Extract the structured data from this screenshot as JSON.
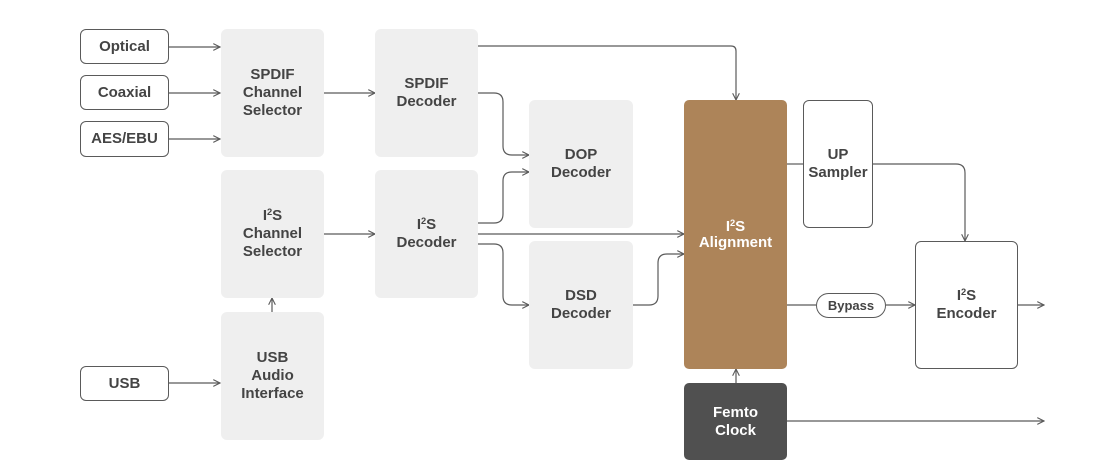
{
  "colors": {
    "wire": "#5a5a5a",
    "block_fill": "#efefef",
    "text": "#444444",
    "accent": "#ad8459",
    "clock": "#505050"
  },
  "inputs": {
    "optical": "Optical",
    "coaxial": "Coaxial",
    "aes_ebu": "AES/EBU",
    "usb": "USB"
  },
  "blocks": {
    "spdif_selector": "SPDIF\nChannel\nSelector",
    "spdif_decoder": "SPDIF\nDecoder",
    "i2s_selector_prefix": "I",
    "i2s_selector_sup": "2",
    "i2s_selector_rest": "S\nChannel\nSelector",
    "i2s_decoder_prefix": "I",
    "i2s_decoder_sup": "2",
    "i2s_decoder_rest": "S\nDecoder",
    "usb_interface": "USB\nAudio\nInterface",
    "dop_decoder": "DOP\nDecoder",
    "dsd_decoder": "DSD\nDecoder",
    "alignment_prefix": "I",
    "alignment_sup": "2",
    "alignment_rest": "S\nAlignment",
    "up_sampler": "UP\nSampler",
    "bypass": "Bypass",
    "encoder_prefix": "I",
    "encoder_sup": "2",
    "encoder_rest": "S\nEncoder",
    "femto_clock": "Femto\nClock"
  },
  "connections": [
    {
      "from": "Optical",
      "to": "SPDIF Channel Selector"
    },
    {
      "from": "Coaxial",
      "to": "SPDIF Channel Selector"
    },
    {
      "from": "AES/EBU",
      "to": "SPDIF Channel Selector"
    },
    {
      "from": "SPDIF Channel Selector",
      "to": "SPDIF Decoder"
    },
    {
      "from": "SPDIF Decoder",
      "to": "I2S Alignment"
    },
    {
      "from": "SPDIF Decoder",
      "to": "DOP Decoder"
    },
    {
      "from": "I2S Channel Selector",
      "to": "I2S Decoder"
    },
    {
      "from": "I2S Decoder",
      "to": "DOP Decoder"
    },
    {
      "from": "I2S Decoder",
      "to": "I2S Alignment"
    },
    {
      "from": "I2S Decoder",
      "to": "DSD Decoder"
    },
    {
      "from": "DSD Decoder",
      "to": "I2S Alignment"
    },
    {
      "from": "USB",
      "to": "USB Audio Interface"
    },
    {
      "from": "USB Audio Interface",
      "to": "I2S Channel Selector"
    },
    {
      "from": "I2S Alignment",
      "to": "UP Sampler"
    },
    {
      "from": "UP Sampler",
      "to": "I2S Encoder"
    },
    {
      "from": "I2S Alignment",
      "to": "Bypass"
    },
    {
      "from": "Bypass",
      "to": "I2S Encoder"
    },
    {
      "from": "I2S Encoder",
      "to": "output"
    },
    {
      "from": "Femto Clock",
      "to": "I2S Alignment"
    },
    {
      "from": "Femto Clock",
      "to": "output"
    }
  ]
}
